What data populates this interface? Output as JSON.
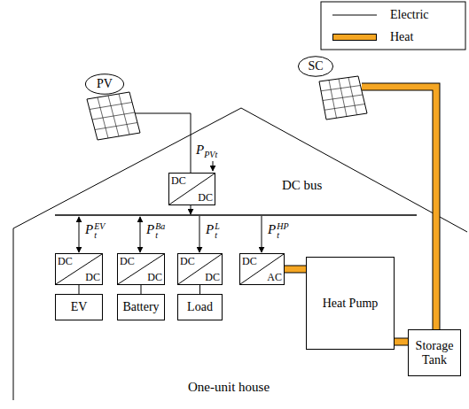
{
  "diagram": {
    "nodes": [
      {
        "text": [
          "PV"
        ]
      },
      {
        "text": [
          "SC"
        ]
      },
      {
        "text": [
          "DC",
          "DC"
        ]
      },
      {
        "text": [
          "DC",
          "DC"
        ]
      },
      {
        "text": [
          "DC",
          "DC"
        ]
      },
      {
        "text": [
          "DC",
          "DC"
        ]
      },
      {
        "text": [
          "DC",
          "AC"
        ]
      },
      {
        "text": [
          "Heat Pump"
        ]
      },
      {
        "text": [
          "EV"
        ]
      },
      {
        "text": [
          "Battery"
        ]
      },
      {
        "text": [
          "Load"
        ]
      },
      {
        "text": [
          "Storage Tank"
        ]
      }
    ],
    "edges": [
      {
        "from": 3,
        "to": 8,
        "arrow": "none"
      },
      {
        "from": 4,
        "to": 9,
        "arrow": "none"
      },
      {
        "from": 5,
        "to": 10,
        "arrow": "none"
      },
      {
        "from": 6,
        "to": 7,
        "arrow": "none"
      },
      {
        "from": 7,
        "to": 11,
        "arrow": "none"
      }
    ],
    "labels": [
      "PPVt",
      "PtEV",
      "PtBa",
      "PtL",
      "PtHP",
      "DC bus",
      "One-unit house"
    ],
    "legend": [
      {
        "text": "Electric"
      },
      {
        "text": "Heat",
        "color": "#f5a623"
      }
    ]
  }
}
